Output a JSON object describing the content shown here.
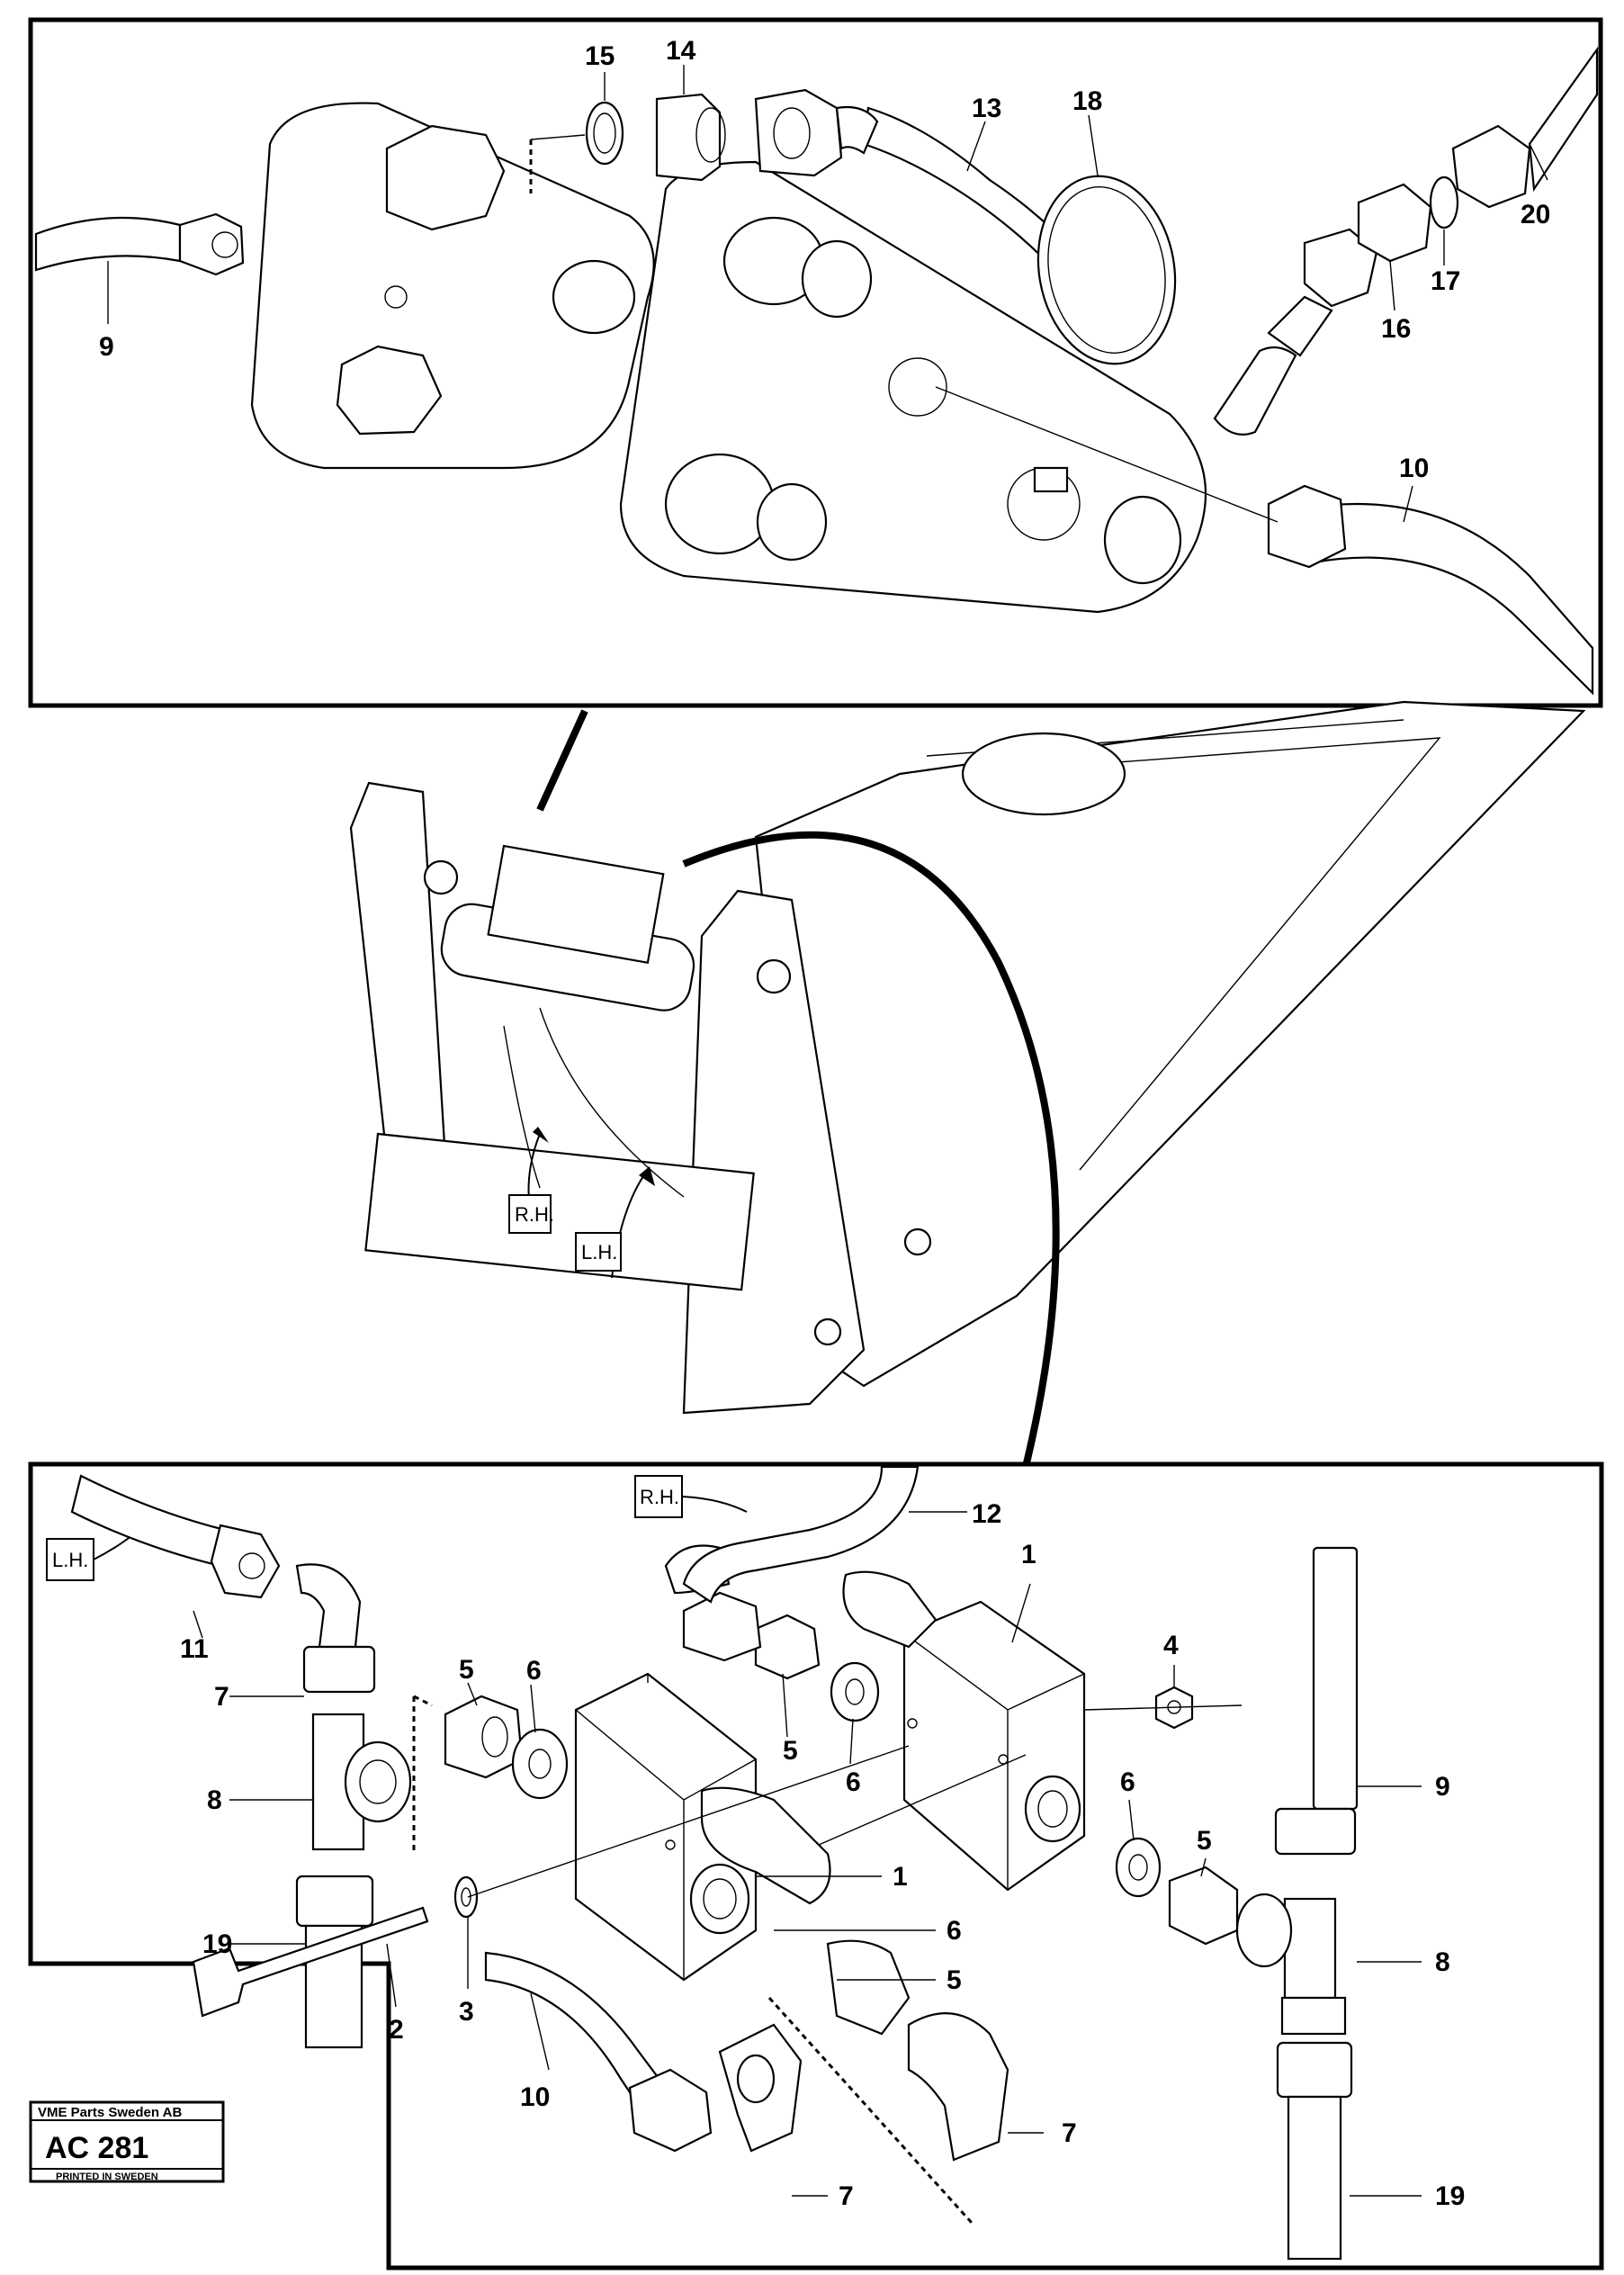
{
  "top_panel_callouts": [
    "15",
    "14",
    "13",
    "18",
    "20",
    "9",
    "16",
    "17",
    "10"
  ],
  "middle_view_tags": [
    "R.H.",
    "L.H."
  ],
  "bottom_panel_callouts": [
    "12",
    "11",
    "7",
    "8",
    "19",
    "5",
    "6",
    "5",
    "6",
    "1",
    "4",
    "6",
    "5",
    "9",
    "1",
    "6",
    "5",
    "8",
    "2",
    "3",
    "10",
    "7",
    "7",
    "19"
  ],
  "bottom_panel_tags": [
    "R.H.",
    "L.H."
  ],
  "stamp": {
    "company": "VME Parts Sweden AB",
    "code": "AC 281",
    "footer": "PRINTED IN SWEDEN"
  }
}
